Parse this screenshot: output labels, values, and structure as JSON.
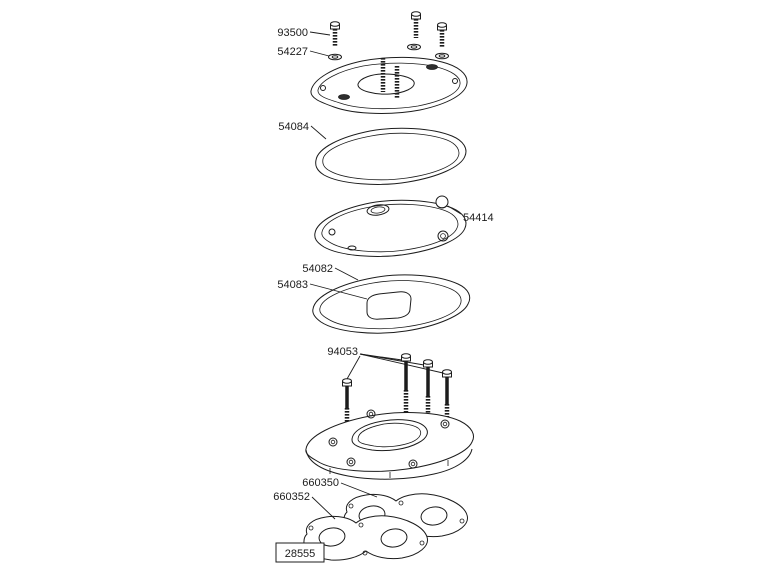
{
  "figure": {
    "frame_number": "28555"
  },
  "parts": [
    {
      "number": "93500",
      "highlighted": true,
      "target": "top-cover-bolt"
    },
    {
      "number": "54227",
      "highlighted": false,
      "target": "bolt-washer"
    },
    {
      "number": "54084",
      "highlighted": false,
      "target": "upper-gasket"
    },
    {
      "number": "54414",
      "highlighted": false,
      "target": "cover-plug"
    },
    {
      "number": "54082",
      "highlighted": false,
      "target": "lower-gasket"
    },
    {
      "number": "54083",
      "highlighted": false,
      "target": "lower-gasket-seal"
    },
    {
      "number": "94053",
      "highlighted": false,
      "target": "housing-bolt"
    },
    {
      "number": "660350",
      "highlighted": false,
      "target": "manifold-gasket-upper"
    },
    {
      "number": "660352",
      "highlighted": false,
      "target": "manifold-gasket-lower"
    }
  ],
  "colors": {
    "highlight": "#cc0000",
    "ink": "#1c1c1c",
    "background": "#ffffff"
  }
}
